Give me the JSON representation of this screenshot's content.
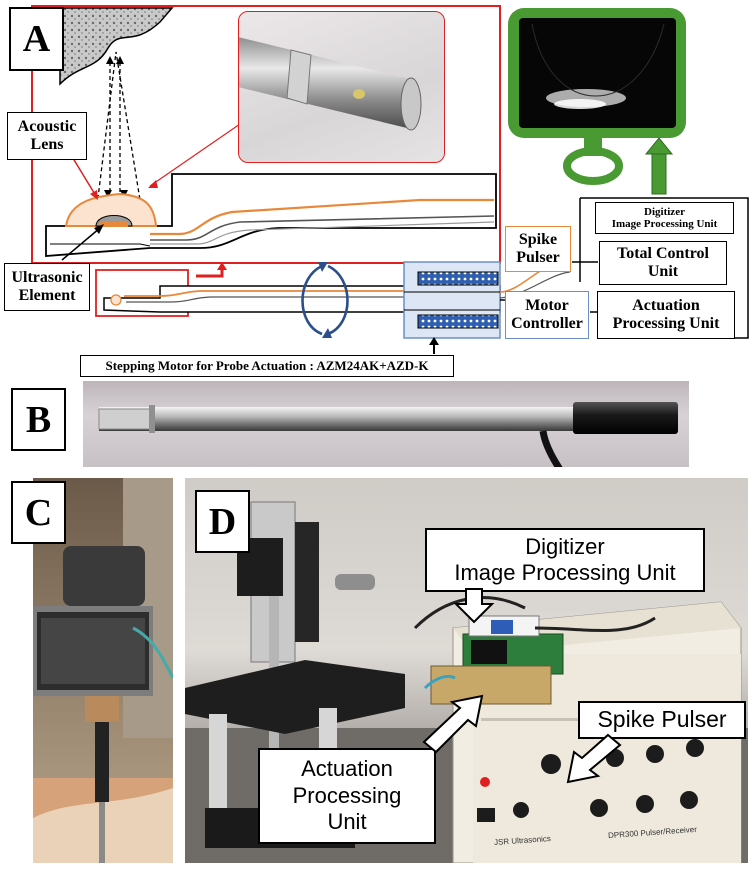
{
  "panel_a": {
    "letter": "A",
    "acoustic_lens": "Acoustic Lens",
    "ultrasonic_element": "Ultrasonic Element",
    "spike_pulser": "Spike Pulser",
    "motor_controller": "Motor Controller",
    "digitizer_line1": "Digitizer",
    "digitizer_line2": "Image Processing Unit",
    "total_control": "Total Control Unit",
    "actuation_processing": "Actuation Processing Unit",
    "stepping_motor": "Stepping Motor for Probe Actuation : AZM24AK+AZD-K",
    "colors": {
      "red": "#e02020",
      "orange": "#e8883a",
      "green": "#4a9a34",
      "blue": "#4a6fb0"
    }
  },
  "panel_b": {
    "letter": "B"
  },
  "panel_c": {
    "letter": "C"
  },
  "panel_d": {
    "letter": "D",
    "digitizer_line1": "Digitizer",
    "digitizer_line2": "Image Processing Unit",
    "spike_pulser": "Spike Pulser",
    "actuation_line1": "Actuation",
    "actuation_line2": "Processing",
    "actuation_line3": "Unit",
    "device_brand": "JSR Ultrasonics",
    "device_model": "DPR300 Pulser/Receiver"
  }
}
